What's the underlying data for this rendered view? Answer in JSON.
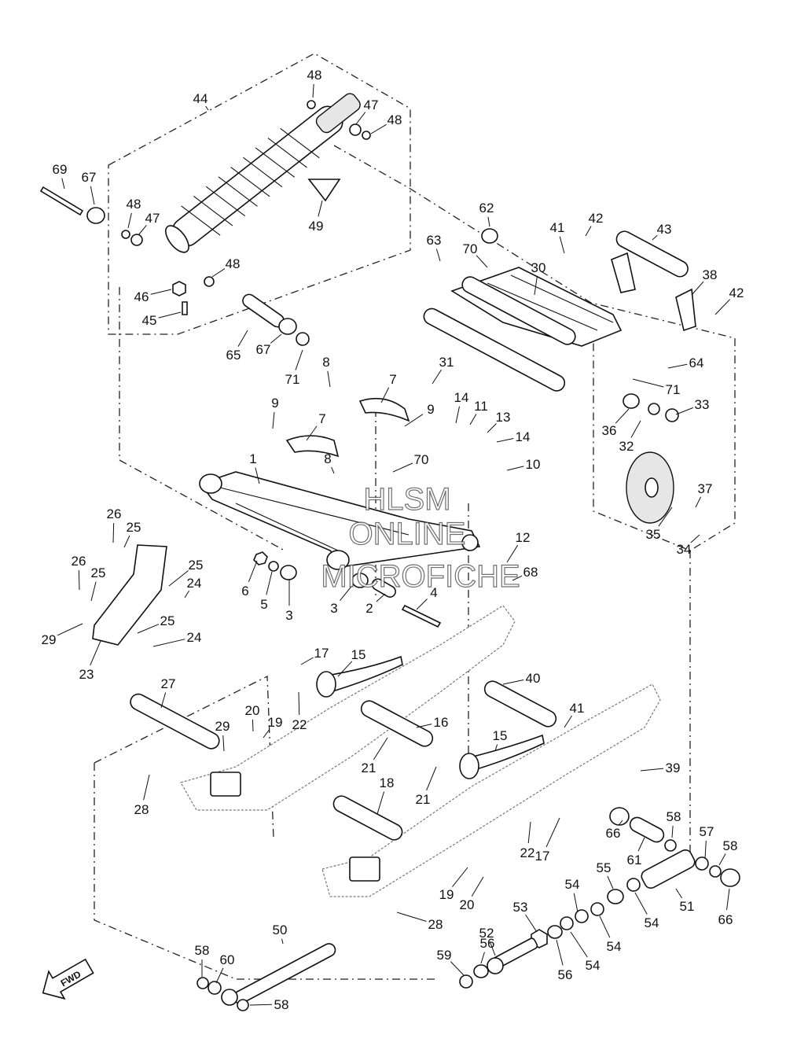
{
  "diagram": {
    "callouts": [
      "1",
      "2",
      "3",
      "3",
      "4",
      "5",
      "6",
      "7",
      "7",
      "8",
      "8",
      "9",
      "9",
      "10",
      "11",
      "12",
      "13",
      "14",
      "14",
      "15",
      "15",
      "16",
      "17",
      "17",
      "18",
      "19",
      "19",
      "20",
      "20",
      "21",
      "21",
      "22",
      "22",
      "23",
      "24",
      "24",
      "25",
      "25",
      "25",
      "25",
      "26",
      "26",
      "27",
      "28",
      "28",
      "29",
      "29",
      "30",
      "31",
      "32",
      "33",
      "34",
      "35",
      "36",
      "37",
      "38",
      "39",
      "40",
      "41",
      "41",
      "42",
      "42",
      "43",
      "44",
      "45",
      "46",
      "47",
      "47",
      "48",
      "48",
      "48",
      "48",
      "49",
      "50",
      "51",
      "52",
      "53",
      "54",
      "54",
      "54",
      "54",
      "55",
      "56",
      "56",
      "57",
      "58",
      "58",
      "58",
      "58",
      "59",
      "60",
      "61",
      "62",
      "63",
      "64",
      "65",
      "66",
      "66",
      "67",
      "67",
      "68",
      "69",
      "70",
      "70",
      "71",
      "71"
    ],
    "fwd_label": "FWD",
    "watermark": {
      "line1": "HLSM",
      "line2": "ONLINE",
      "line3": "MICROFICHE"
    }
  }
}
